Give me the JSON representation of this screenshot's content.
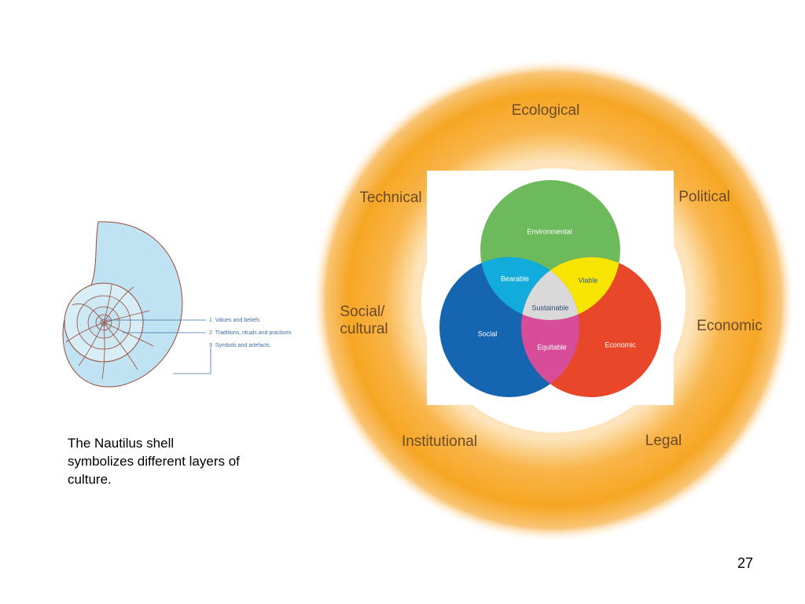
{
  "nautilus": {
    "layers": [
      {
        "num": "1",
        "text": "Values and beliefs"
      },
      {
        "num": "2",
        "text": "Traditions, rituals and practices"
      },
      {
        "num": "3",
        "text": "Symbols and artefacts"
      }
    ],
    "caption": "The Nautilus shell symbolizes different layers of culture.",
    "colors": {
      "shell_fill": "#bfe3f2",
      "shell_stroke": "#9a4a3a",
      "leader": "#3a6fa8"
    }
  },
  "ring": {
    "labels": {
      "ecological": "Ecological",
      "political": "Political",
      "economic": "Economic",
      "legal": "Legal",
      "institutional": "Institutional",
      "social_cultural": "Social/\ncultural",
      "technical": "Technical"
    },
    "colors": {
      "outer": "#f6a623",
      "inner": "#ffffff",
      "text": "#6b4a2a"
    }
  },
  "venn": {
    "environmental": "Environmental",
    "social": "Social",
    "economic": "Economic",
    "bearable": "Bearable",
    "viable": "Viable",
    "equitable": "Equitable",
    "sustainable": "Sustainable",
    "colors": {
      "environmental": "#6cba5c",
      "social": "#1565b0",
      "economic": "#e8472a",
      "bearable": "#12acdc",
      "viable": "#f7e400",
      "equitable": "#d84d9a",
      "sustainable": "#d9d9d9"
    }
  },
  "page_number": "27"
}
